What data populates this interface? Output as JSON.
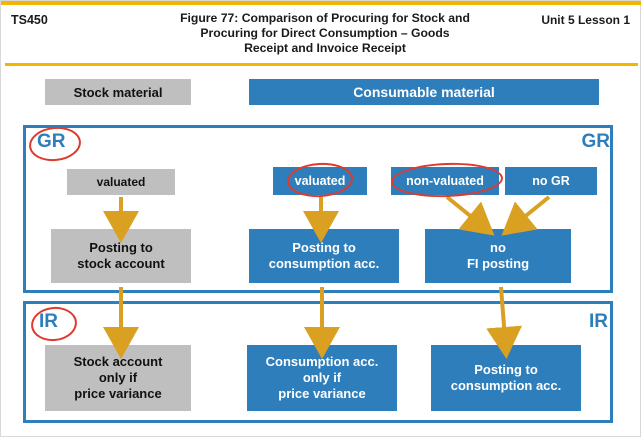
{
  "header": {
    "course_code": "TS450",
    "title_line1": "Figure 77: Comparison of Procuring for Stock and",
    "title_line2": "Procuring for Direct Consumption – Goods",
    "title_line3": "Receipt and Invoice Receipt",
    "unit_lesson": "Unit 5 Lesson 1",
    "accent_color": "#f2b600"
  },
  "legend": {
    "stock_material": "Stock material",
    "consumable_material": "Consumable material",
    "grey_color": "#bfbfbf",
    "blue_color": "#2e7ebb"
  },
  "panels": {
    "gr": {
      "tag_left": "GR",
      "tag_right": "GR"
    },
    "ir": {
      "tag_left": "IR",
      "tag_right": "IR"
    }
  },
  "gr_row": {
    "valuated_stock": "valuated",
    "valuated_consumable": "valuated",
    "non_valuated": "non-valuated",
    "no_gr": "no GR"
  },
  "gr_postings": {
    "stock_account_line1": "Posting to",
    "stock_account_line2": "stock account",
    "consumption_line1": "Posting to",
    "consumption_line2": "consumption acc.",
    "no_fi_line1": "no",
    "no_fi_line2": "FI posting"
  },
  "ir_postings": {
    "stock_line1": "Stock account",
    "stock_line2": "only if",
    "stock_line3": "price variance",
    "cons_line1": "Consumption acc.",
    "cons_line2": "only if",
    "cons_line3": "price variance",
    "post_line1": "Posting to",
    "post_line2": "consumption acc."
  },
  "annotations": {
    "circle_color": "#e03a2f",
    "circled_items": [
      "GR",
      "IR",
      "valuated",
      "non-valuated"
    ]
  },
  "arrow_color": "#d9a021"
}
